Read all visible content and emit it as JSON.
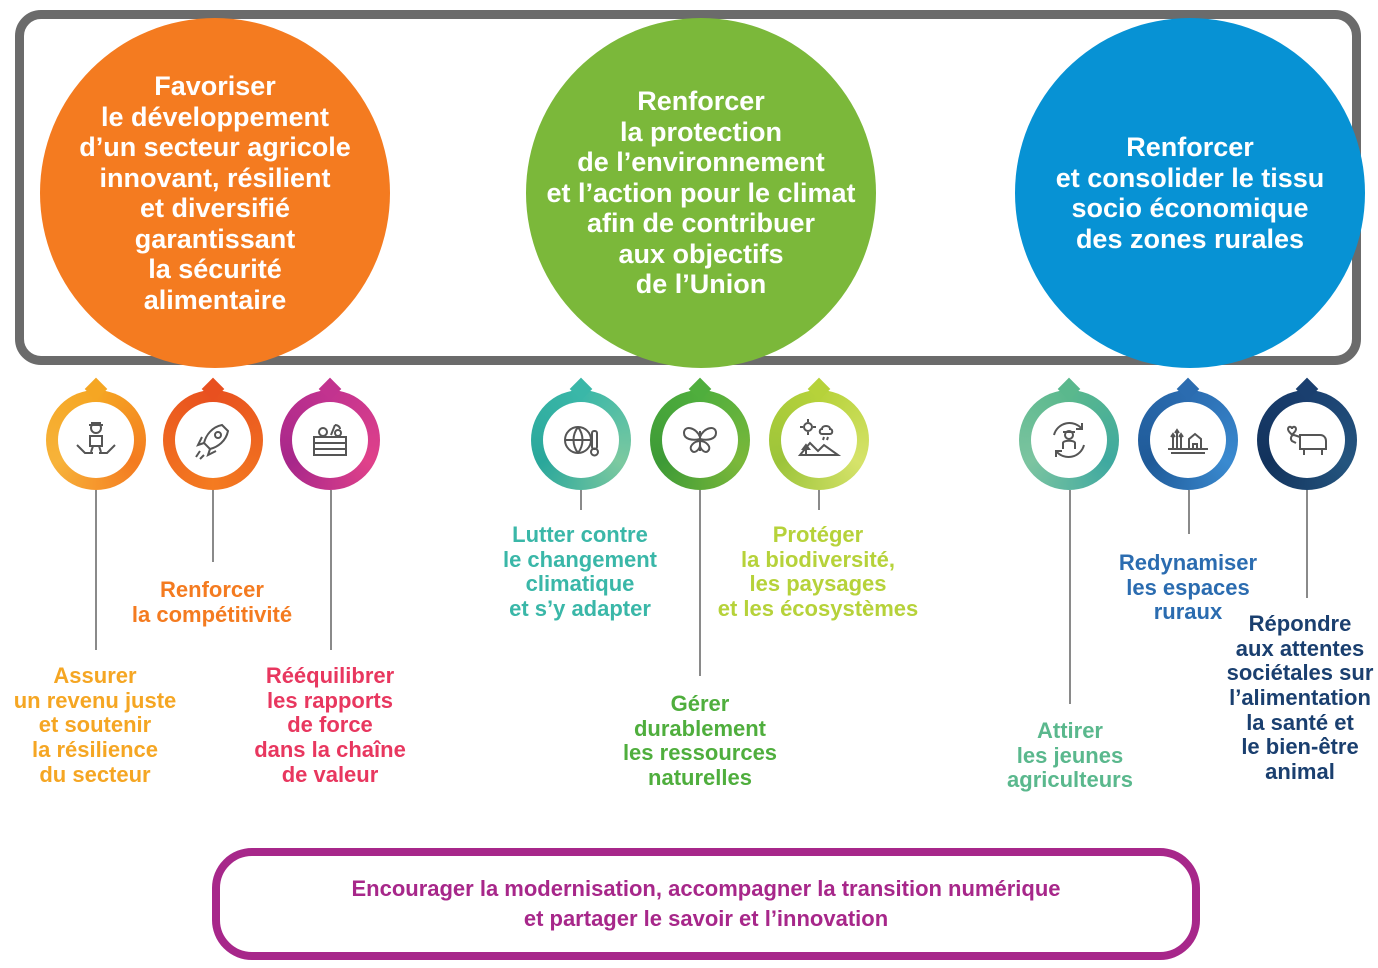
{
  "objectives": {
    "o1": "Favoriser\nle développement\nd’un secteur agricole\ninnovant, résilient\net diversifié\ngarantissant\nla sécurité\nalimentaire",
    "o2": "Renforcer\nla protection\nde l’environnement\net l’action pour le climat\nafin de contribuer\naux objectifs\nde l’Union",
    "o3": "Renforcer\net consolider le tissu\nsocio économique\ndes zones rurales"
  },
  "colors": {
    "orange": "#f47b20",
    "green": "#7bb83a",
    "blue": "#0792d4",
    "purple": "#a7278a",
    "frame": "#6b6b6b"
  },
  "icons": [
    "farmer-hands-icon",
    "rocket-icon",
    "produce-crate-icon",
    "globe-thermometer-icon",
    "butterfly-icon",
    "landscape-weather-icon",
    "farmer-cycle-icon",
    "rural-village-icon",
    "cow-health-icon"
  ],
  "specific": {
    "s1": "Assurer\nun revenu juste\net soutenir\nla résilience\ndu secteur",
    "s2": "Renforcer\nla compétitivité",
    "s3": "Rééquilibrer\nles rapports\nde force\ndans la chaîne\nde valeur",
    "s4": "Lutter contre\nle changement\nclimatique\net s’y adapter",
    "s5": "Gérer\ndurablement\nles ressources\nnaturelles",
    "s6": "Protéger\nla biodiversité,\nles paysages\net les écosystèmes",
    "s7": "Attirer\nles jeunes\nagriculteurs",
    "s8": "Redynamiser\nles espaces\nruraux",
    "s9": "Répondre\naux attentes\nsociétales sur\nl’alimentation\nla santé et\nle bien-être\nanimal"
  },
  "crosscutting": "Encourager la modernisation, accompagner la transition numérique\net partager le savoir et l’innovation"
}
